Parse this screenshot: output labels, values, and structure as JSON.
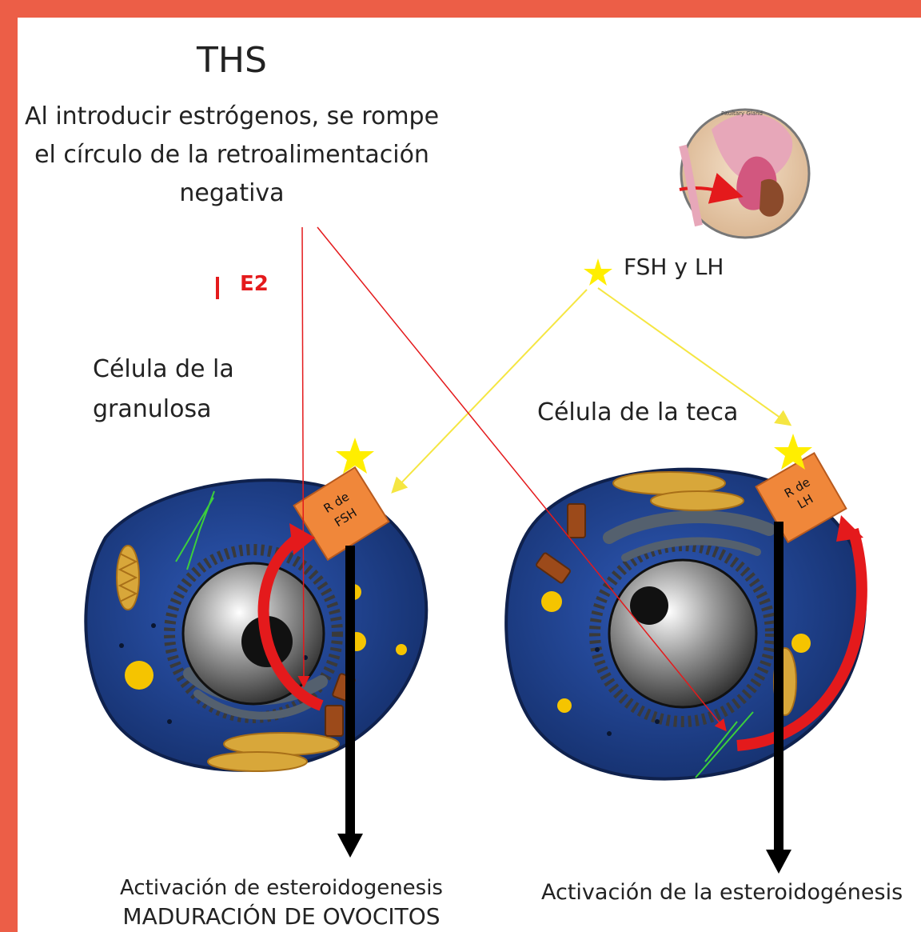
{
  "title": "THS",
  "intro_text": "Al introducir estrógenos, se rompe el círculo de la retroalimentación negativa",
  "hormone_e2": "E2",
  "hormones_label": "FSH y LH",
  "cell_left_label": "Célula de la granulosa",
  "cell_right_label": "Célula de la teca",
  "receptor_left": [
    "R de",
    "FSH"
  ],
  "receptor_right": [
    "R de",
    "LH"
  ],
  "pituitary_caption": "Pituitary Gland",
  "activation_left": "Activación de esteroidogenesis",
  "activation_left_sub": "MADURACIÓN DE OVOCITOS",
  "activation_right": "Activación de la esteroidogénesis",
  "colors": {
    "frame": "#ec5e47",
    "cell": "#1d3f8e",
    "receptor": "#f0873a",
    "star": "#ffee00",
    "red_arrow": "#e41a1c",
    "yellow_line": "#f5e642",
    "mitochondria": "#d8a73a"
  }
}
